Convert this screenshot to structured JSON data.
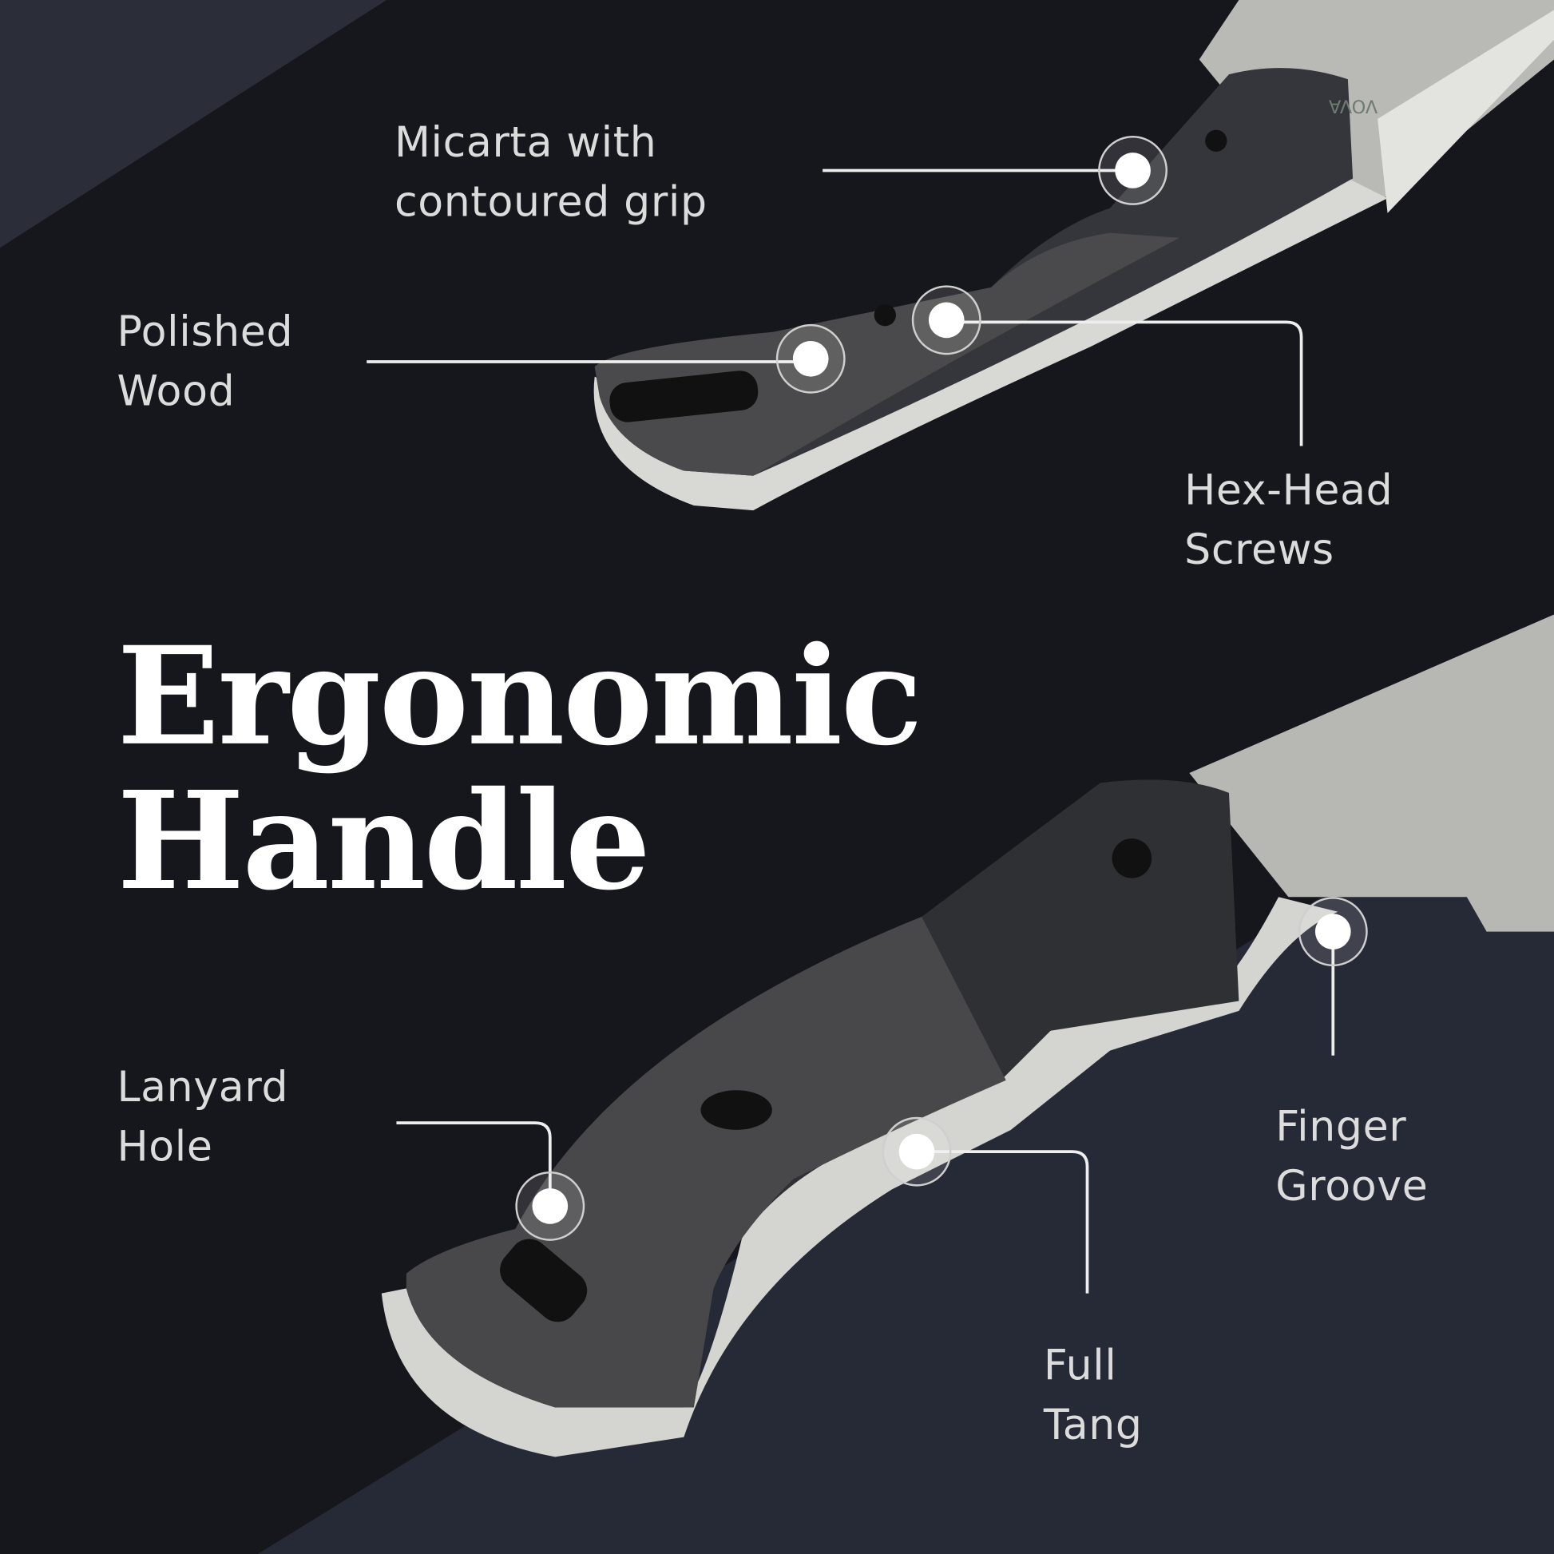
{
  "title": {
    "line1": "Ergonomic",
    "line2": "Handle"
  },
  "blade_logo": "VOVA",
  "callouts": [
    {
      "id": "micarta",
      "text": "Micarta with\ncontoured grip"
    },
    {
      "id": "polished-wood",
      "text": "Polished\nWood"
    },
    {
      "id": "hex-screws",
      "text": "Hex-Head\nScrews"
    },
    {
      "id": "lanyard-hole",
      "text": "Lanyard\nHole"
    },
    {
      "id": "finger-groove",
      "text": "Finger\nGroove"
    },
    {
      "id": "full-tang",
      "text": "Full\nTang"
    }
  ],
  "colors": {
    "background": "#16161d",
    "band": "#2a2d38",
    "accent": "#ffffff",
    "label": "#dcdcdc"
  }
}
